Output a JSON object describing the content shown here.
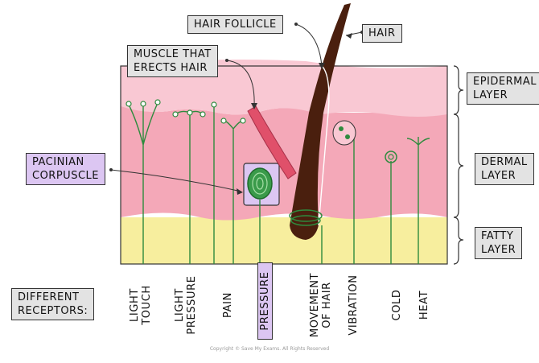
{
  "title_labels": {
    "hair_follicle": "HAIR FOLLICLE",
    "hair": "HAIR",
    "muscle": [
      "MUSCLE THAT",
      "ERECTS HAIR"
    ],
    "pacinian": [
      "PACINIAN",
      "CORPUSCLE"
    ]
  },
  "layers": {
    "epidermal": [
      "EPIDERMAL",
      "LAYER"
    ],
    "dermal": [
      "DERMAL",
      "LAYER"
    ],
    "fatty": [
      "FATTY",
      "LAYER"
    ]
  },
  "receptors_heading": [
    "DIFFERENT",
    "RECEPTORS:"
  ],
  "receptors": [
    {
      "lines": [
        "LIGHT",
        "TOUCH"
      ],
      "highlight": false
    },
    {
      "lines": [
        "LIGHT",
        "PRESSURE"
      ],
      "highlight": false
    },
    {
      "lines": [
        "PAIN"
      ],
      "highlight": false
    },
    {
      "lines": [
        "PRESSURE"
      ],
      "highlight": true
    },
    {
      "lines": [
        "MOVEMENT",
        "OF HAIR"
      ],
      "highlight": false
    },
    {
      "lines": [
        "VIBRATION"
      ],
      "highlight": false
    },
    {
      "lines": [
        "COLD"
      ],
      "highlight": false
    },
    {
      "lines": [
        "HEAT"
      ],
      "highlight": false
    }
  ],
  "copyright": "Copyright © Save My Exams. All Rights Reserved",
  "colors": {
    "epidermis": "#f9c8d3",
    "dermis": "#f4a8b8",
    "fat": "#f7ee9e",
    "hair": "#4a1f0e",
    "muscle": "#e0506a",
    "nerve": "#2e8b3e",
    "pacinian_box": "#dcc6f2",
    "tag_bg": "#e3e3e3"
  }
}
